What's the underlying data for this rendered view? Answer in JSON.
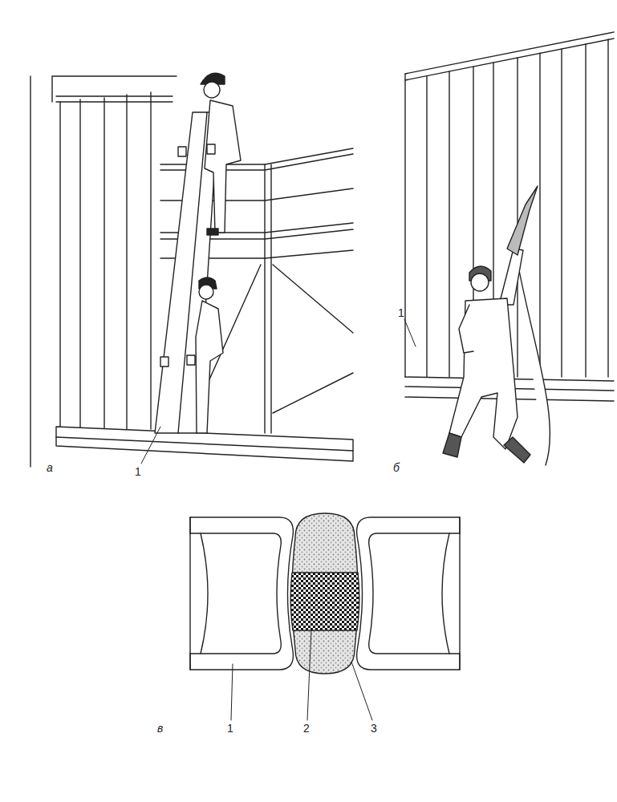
{
  "diagram": {
    "labels": [
      "1",
      "а",
      "1",
      "б",
      "1",
      "2",
      "3",
      "в"
    ]
  }
}
